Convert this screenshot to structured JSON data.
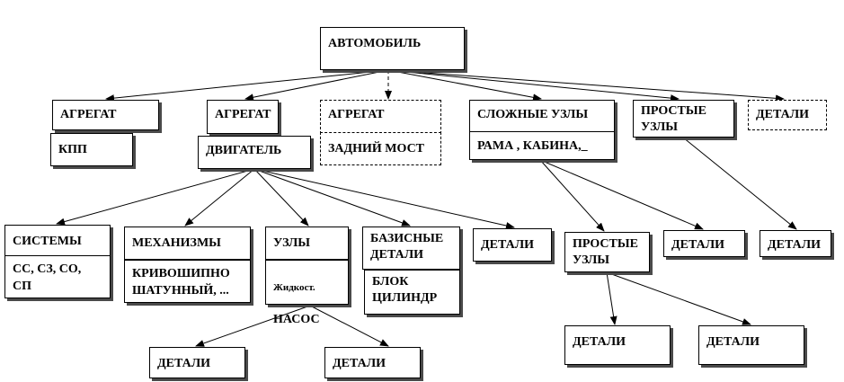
{
  "diagram": {
    "root": "АВТОМОБИЛЬ",
    "agg_kpp": "АГРЕГАТ",
    "kpp": "КПП",
    "agg_engine": "АГРЕГАТ",
    "engine": "ДВИГАТЕЛЬ",
    "agg_axle": "АГРЕГАТ",
    "axle": "ЗАДНИЙ МОСТ",
    "complex_units": "СЛОЖНЫЕ УЗЛЫ",
    "frame_cabin": "РАМА , КАБИНА,_",
    "simple_units_top": "ПРОСТЫЕ\nУЗЛЫ",
    "details_top": "ДЕТАЛИ",
    "systems": "СИСТЕМЫ",
    "systems_sub": "СС, СЗ, СО,\nСП",
    "mechanisms": "МЕХАНИЗМЫ",
    "mechanisms_sub": "КРИВОШИПНО\nШАТУННЫЙ, ...",
    "units": "УЗЛЫ",
    "units_sub_small": "Жидкост.",
    "units_sub": "НАСОС",
    "basic_details": "БАЗИСНЫЕ\nДЕТАЛИ",
    "cyl_block": "БЛОК\nЦИЛИНДР",
    "details_engine": "ДЕТАЛИ",
    "simple_units_mid": "ПРОСТЫЕ\nУЗЛЫ",
    "details_mid1": "ДЕТАЛИ",
    "details_mid2": "ДЕТАЛИ",
    "details_pump1": "ДЕТАЛИ",
    "details_pump2": "ДЕТАЛИ",
    "details_simple1": "ДЕТАЛИ",
    "details_simple2": "ДЕТАЛИ"
  }
}
